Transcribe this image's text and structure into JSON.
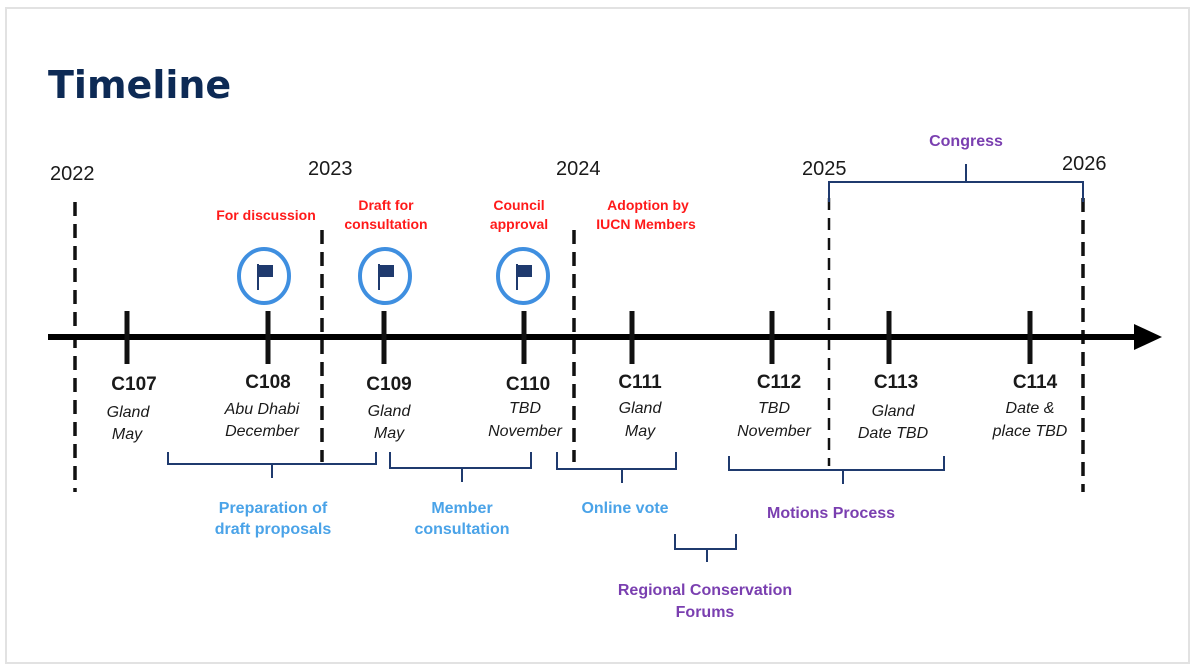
{
  "title": "Timeline",
  "years": [
    "2022",
    "2023",
    "2024",
    "2025",
    "2026"
  ],
  "meetings": [
    {
      "code": "C107",
      "line1": "Gland",
      "line2": "May"
    },
    {
      "code": "C108",
      "line1": "Abu Dhabi",
      "line2": "December"
    },
    {
      "code": "C109",
      "line1": "Gland",
      "line2": "May"
    },
    {
      "code": "C110",
      "line1": "TBD",
      "line2": "November"
    },
    {
      "code": "C111",
      "line1": "Gland",
      "line2": "May"
    },
    {
      "code": "C112",
      "line1": "TBD",
      "line2": "November"
    },
    {
      "code": "C113",
      "line1": "Gland",
      "line2": "Date TBD"
    },
    {
      "code": "C114",
      "line1": "Date &",
      "line2": "place TBD"
    }
  ],
  "milestones": [
    {
      "line1": "For discussion",
      "line2": ""
    },
    {
      "line1": "Draft for",
      "line2": "consultation"
    },
    {
      "line1": "Council",
      "line2": "approval"
    },
    {
      "line1": "Adoption by",
      "line2": "IUCN Members"
    }
  ],
  "phases": {
    "preparation": {
      "line1": "Preparation of",
      "line2": "draft proposals"
    },
    "member_consultation": {
      "line1": "Member",
      "line2": "consultation"
    },
    "online_vote": "Online vote",
    "motions_process": "Motions Process",
    "regional_forums": {
      "line1": "Regional Conservation",
      "line2": "Forums"
    },
    "congress": "Congress"
  },
  "colors": {
    "title": "#0d2a55",
    "milestone_text": "#ff1a1a",
    "blue_label": "#4aa3e8",
    "purple_label": "#7a3fb0",
    "bracket": "#1f3a6e",
    "flag_circle": "#3f8fe0",
    "flag": "#1f3a6e"
  },
  "icons": {
    "milestone": "flag-icon"
  }
}
